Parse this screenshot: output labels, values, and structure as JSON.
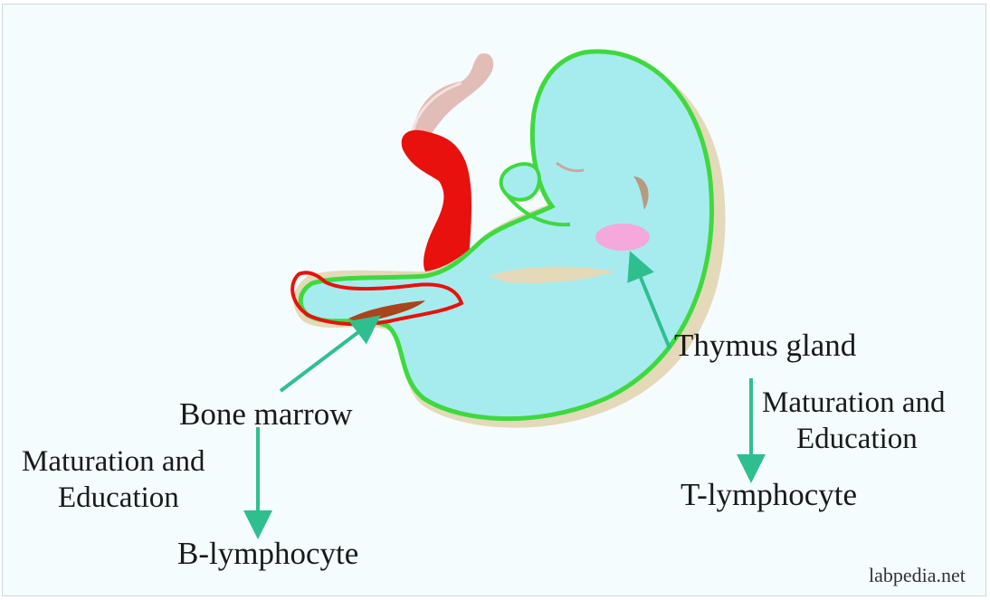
{
  "labels": {
    "bone_marrow": "Bone marrow",
    "thymus_gland": "Thymus gland",
    "maturation_b_line1": "Maturation and",
    "maturation_b_line2": "Education",
    "maturation_t_line1": "Maturation and",
    "maturation_t_line2": "Education",
    "b_lymphocyte": "B-lymphocyte",
    "t_lymphocyte": "T-lymphocyte"
  },
  "watermark": "labpedia.net",
  "colors": {
    "background": "#f4fcfd",
    "body": "#a6ecef",
    "outline": "#3fd93f",
    "vessel": "#e8110d",
    "cord": "#e2bcb6",
    "thymus": "#f4a8dc",
    "marrow": "#a8451c",
    "arrow": "#2fbf8f"
  }
}
